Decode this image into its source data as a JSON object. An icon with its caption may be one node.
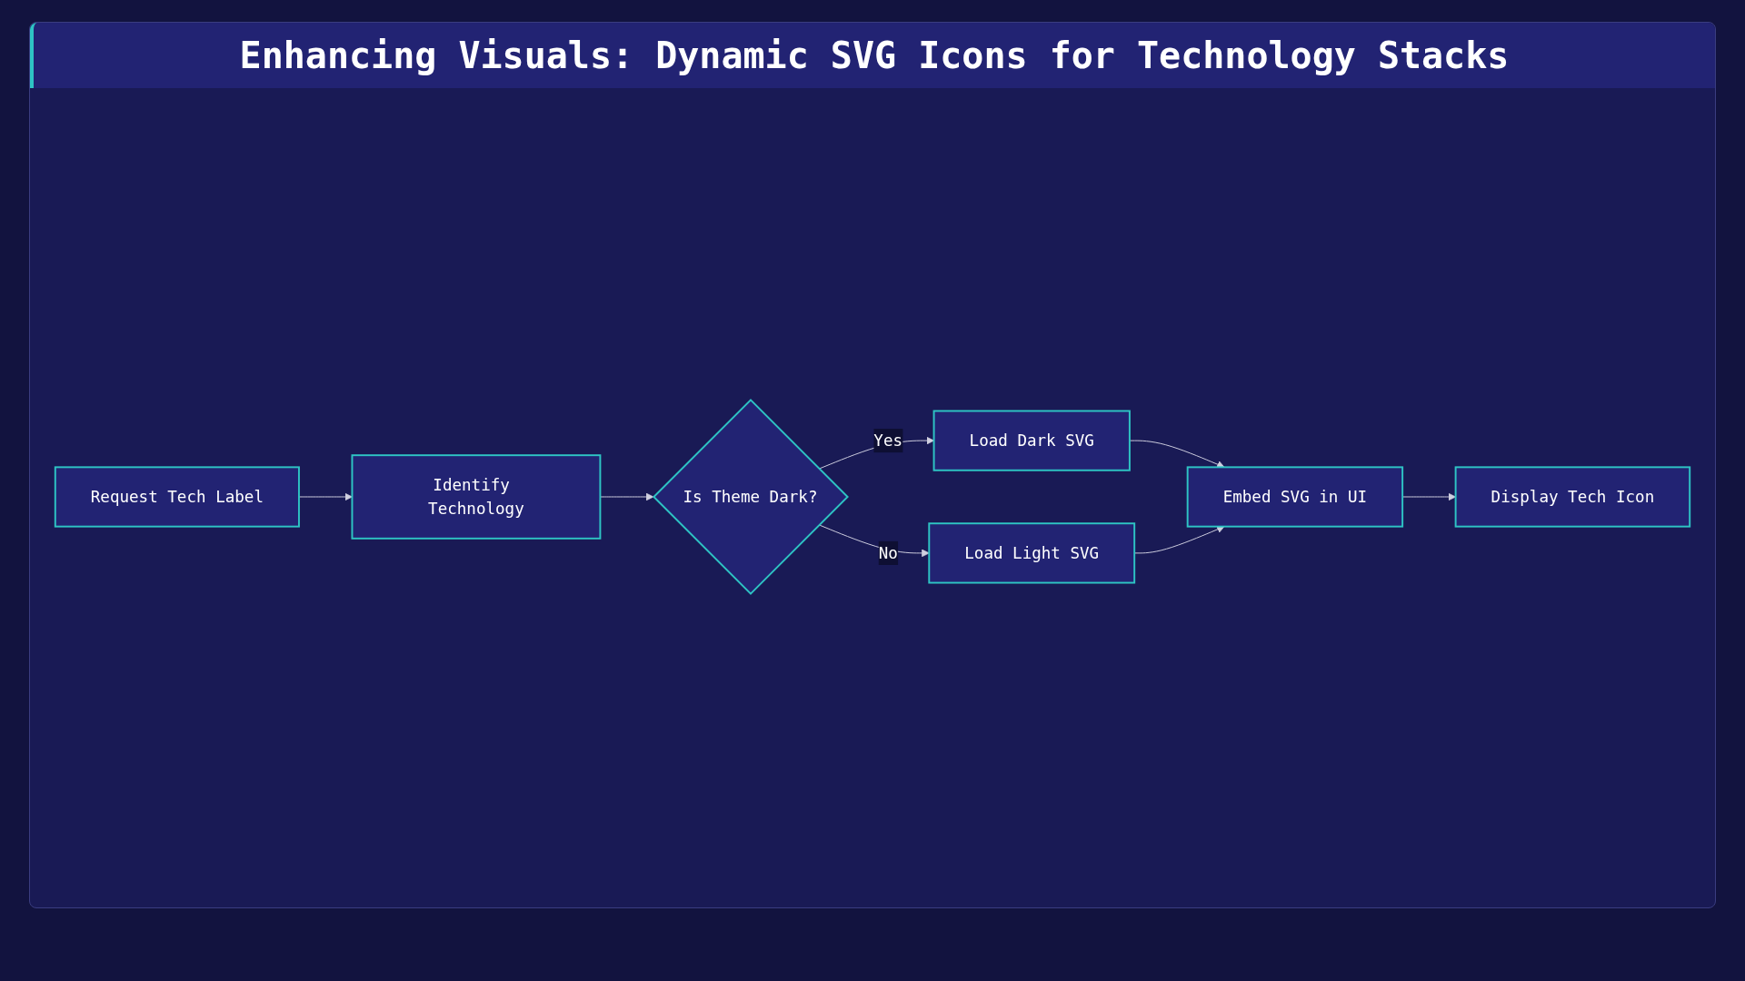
{
  "diagram": {
    "title": "Enhancing Visuals: Dynamic SVG Icons for Technology Stacks",
    "nodes": [
      {
        "text": [
          "Request Tech Label"
        ]
      },
      {
        "text": [
          "Identify Technology"
        ]
      },
      {
        "text": [
          "Is Theme Dark?"
        ]
      },
      {
        "text": [
          "Load Dark SVG"
        ]
      },
      {
        "text": [
          "Load Light SVG"
        ]
      },
      {
        "text": [
          "Embed SVG in UI"
        ]
      },
      {
        "text": [
          "Display Tech Icon"
        ]
      }
    ],
    "edges": [
      {
        "from": 0,
        "to": 1,
        "arrow": "to"
      },
      {
        "from": 1,
        "to": 2,
        "arrow": "to"
      },
      {
        "from": 2,
        "to": 3,
        "arrow": "to",
        "label": "Yes"
      },
      {
        "from": 2,
        "to": 4,
        "arrow": "to",
        "label": "No"
      },
      {
        "from": 3,
        "to": 5,
        "arrow": "to"
      },
      {
        "from": 4,
        "to": 5,
        "arrow": "to"
      },
      {
        "from": 5,
        "to": 6,
        "arrow": "to"
      }
    ]
  }
}
